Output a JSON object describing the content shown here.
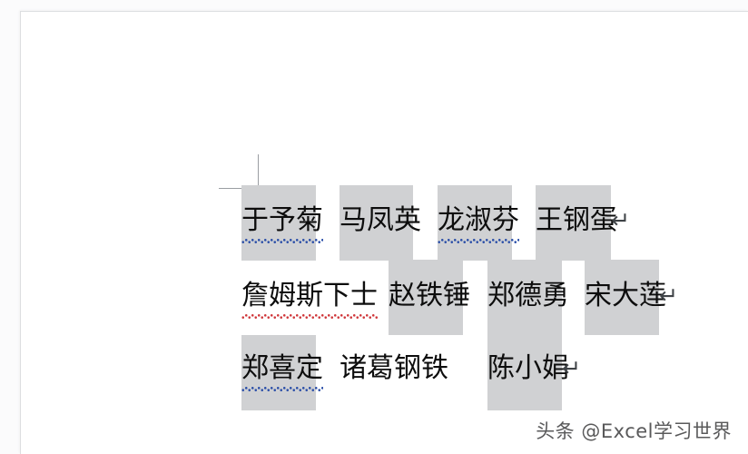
{
  "app": {
    "kind": "word-processor-document",
    "page_background": "#ffffff",
    "canvas_background": "#fbfbfc"
  },
  "document": {
    "highlight_color": "#d0d1d3",
    "text_color": "#0d0d0d",
    "spelling_underline_blue": "#2b4fa8",
    "spelling_underline_red": "#d0383c",
    "paragraph_mark": "↵",
    "lines": [
      {
        "id": "line-1",
        "names": [
          {
            "text": "于予菊",
            "highlighted": true,
            "squiggle": "blue"
          },
          {
            "text": "马凤英",
            "highlighted": true,
            "squiggle": "none"
          },
          {
            "text": "龙淑芬",
            "highlighted": true,
            "squiggle": "blue"
          },
          {
            "text": "王钢蛋",
            "highlighted": true,
            "squiggle": "none"
          }
        ],
        "ends_with_paragraph_mark": true
      },
      {
        "id": "line-2",
        "names": [
          {
            "text": "詹姆斯下士",
            "highlighted": false,
            "squiggle": "red"
          },
          {
            "text": "赵铁锤",
            "highlighted": true,
            "squiggle": "none"
          },
          {
            "text": "郑德勇",
            "highlighted": true,
            "squiggle": "none"
          },
          {
            "text": "宋大莲",
            "highlighted": true,
            "squiggle": "none"
          }
        ],
        "ends_with_paragraph_mark": true
      },
      {
        "id": "line-3",
        "names": [
          {
            "text": "郑喜定",
            "highlighted": true,
            "squiggle": "blue"
          },
          {
            "text": "诸葛钢铁",
            "highlighted": false,
            "squiggle": "none"
          },
          {
            "text": "陈小娟",
            "highlighted": true,
            "squiggle": "none"
          }
        ],
        "ends_with_paragraph_mark": true
      }
    ]
  },
  "watermark": {
    "text": "头条 @Excel学习世界"
  }
}
